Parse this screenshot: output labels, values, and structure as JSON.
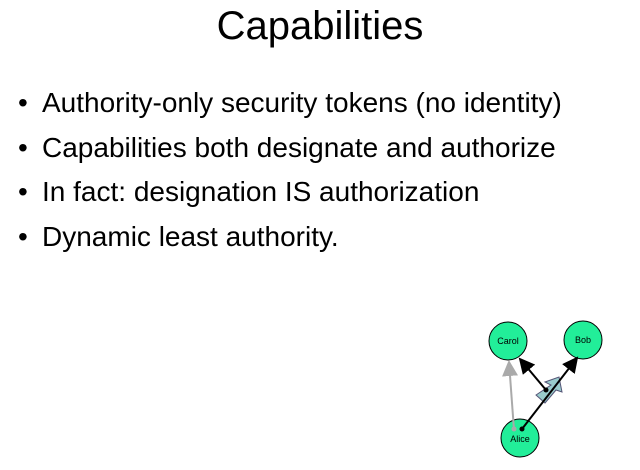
{
  "title": "Capabilities",
  "bullets": [
    "Authority-only security tokens (no identity)",
    "Capabilities both designate and authorize",
    "In fact: designation IS authorization",
    "Dynamic least authority."
  ],
  "diagram": {
    "nodes": [
      "Carol",
      "Bob",
      "Alice"
    ],
    "node_color": "#22ee99",
    "capability_color": "#99cccc"
  }
}
